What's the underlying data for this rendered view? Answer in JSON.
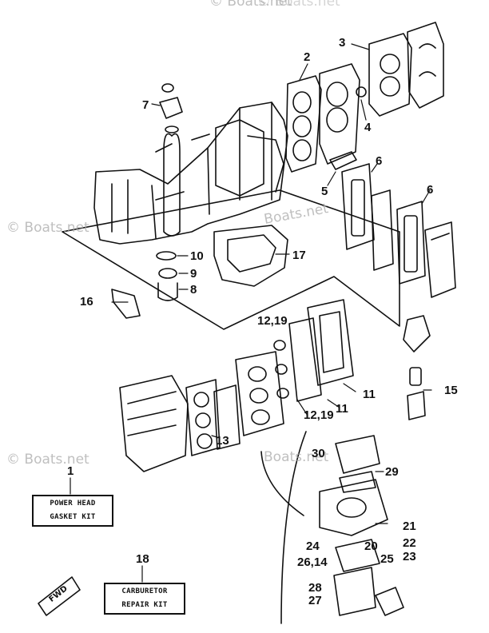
{
  "watermarks": [
    "© Boats.net",
    "© Boats.net",
    "© Boats.net",
    "Boats.net",
    "© Boats.net",
    "Boats.net"
  ],
  "callouts": [
    "1",
    "2",
    "3",
    "4",
    "5",
    "6",
    "6",
    "7",
    "8",
    "9",
    "10",
    "11",
    "11",
    "12,19",
    "12,19",
    "13",
    "15",
    "16",
    "17",
    "18",
    "20",
    "21",
    "22",
    "23",
    "24",
    "25",
    "26,14",
    "27",
    "28",
    "29",
    "30"
  ],
  "kits": {
    "power_head": [
      "POWER HEAD",
      "GASKET KIT"
    ],
    "carburetor": [
      "CARBURETOR",
      "REPAIR KIT"
    ]
  },
  "forward_label": "FWD",
  "colors": {
    "ink": "#111111",
    "paper": "#ffffff",
    "watermark": "#aaaaaa"
  }
}
